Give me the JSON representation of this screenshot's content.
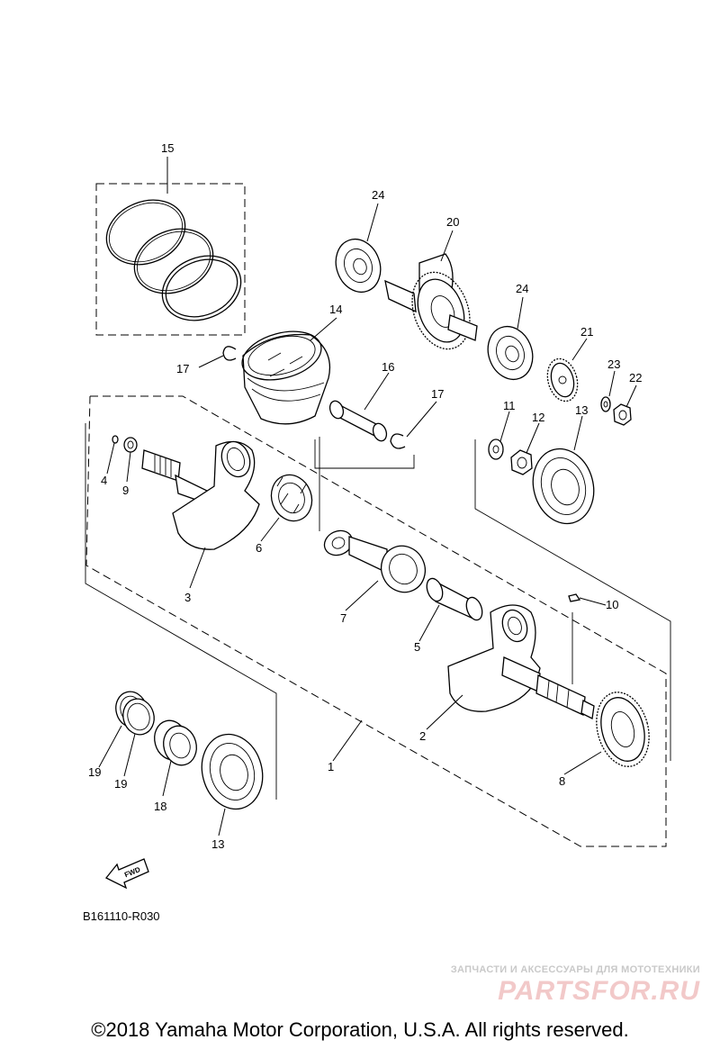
{
  "diagram": {
    "callouts": [
      {
        "id": "c15",
        "label": "15"
      },
      {
        "id": "c24a",
        "label": "24"
      },
      {
        "id": "c20",
        "label": "20"
      },
      {
        "id": "c14",
        "label": "14"
      },
      {
        "id": "c24b",
        "label": "24"
      },
      {
        "id": "c21",
        "label": "21"
      },
      {
        "id": "c17a",
        "label": "17"
      },
      {
        "id": "c16",
        "label": "16"
      },
      {
        "id": "c17b",
        "label": "17"
      },
      {
        "id": "c23",
        "label": "23"
      },
      {
        "id": "c22",
        "label": "22"
      },
      {
        "id": "c11",
        "label": "11"
      },
      {
        "id": "c12",
        "label": "12"
      },
      {
        "id": "c13a",
        "label": "13"
      },
      {
        "id": "c4",
        "label": "4"
      },
      {
        "id": "c9",
        "label": "9"
      },
      {
        "id": "c6",
        "label": "6"
      },
      {
        "id": "c3",
        "label": "3"
      },
      {
        "id": "c7",
        "label": "7"
      },
      {
        "id": "c10",
        "label": "10"
      },
      {
        "id": "c5",
        "label": "5"
      },
      {
        "id": "c2",
        "label": "2"
      },
      {
        "id": "c1",
        "label": "1"
      },
      {
        "id": "c8",
        "label": "8"
      },
      {
        "id": "c19a",
        "label": "19"
      },
      {
        "id": "c19b",
        "label": "19"
      },
      {
        "id": "c18",
        "label": "18"
      },
      {
        "id": "c13b",
        "label": "13"
      }
    ],
    "fwd_label": "FWD",
    "reference_code": "B161110-R030"
  },
  "watermark": {
    "tagline": "ЗАПЧАСТИ И АКСЕССУАРЫ ДЛЯ МОТОТЕХНИКИ",
    "logo_text": "PARTSFOR.RU"
  },
  "copyright": "©2018 Yamaha Motor Corporation, U.S.A. All rights reserved."
}
